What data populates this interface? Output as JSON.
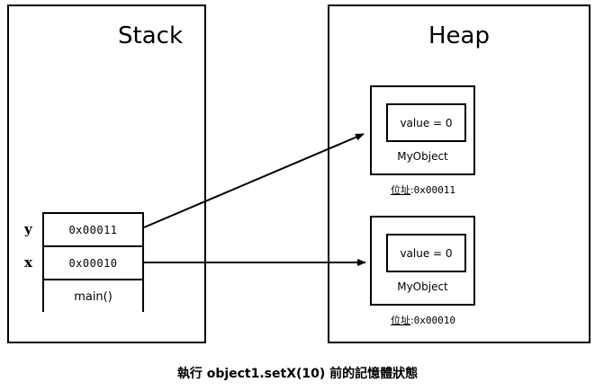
{
  "diagram": {
    "caption": "執行 object1.setX(10) 前的記憶體狀態",
    "regions": {
      "stack": {
        "title": "Stack"
      },
      "heap": {
        "title": "Heap"
      }
    },
    "stack_frame": {
      "slots": [
        {
          "var": "y",
          "value": "0x00011"
        },
        {
          "var": "x",
          "value": "0x00010"
        }
      ],
      "frame_label": "main()"
    },
    "heap_objects": [
      {
        "field": "value = 0",
        "class_name": "MyObject",
        "address_prefix": "位址",
        "address_separator": ":",
        "address_value": "0x00011"
      },
      {
        "field": "value = 0",
        "class_name": "MyObject",
        "address_prefix": "位址",
        "address_separator": ":",
        "address_value": "0x00010"
      }
    ],
    "arrows": [
      {
        "from": "stack-slot-y",
        "to": "heap-object-1"
      },
      {
        "from": "stack-slot-x",
        "to": "heap-object-2"
      }
    ]
  }
}
